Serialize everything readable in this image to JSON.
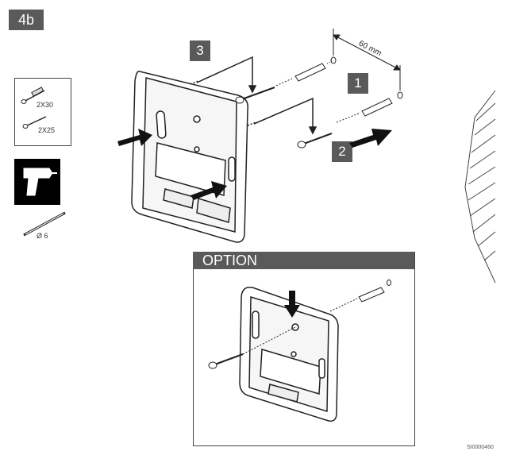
{
  "labels": {
    "step_4b": "4b",
    "step_1": "1",
    "step_2": "2",
    "step_3": "3",
    "screw_2x30": "2X30",
    "screw_2x25": "2X25",
    "drill_bit": "Ø 6",
    "spacing": "60 mm",
    "option": "OPTION",
    "doc_id": "SI0000460"
  },
  "colors": {
    "step_box": "#5a5a5a",
    "outline": "#222222",
    "arrow": "#111111"
  }
}
